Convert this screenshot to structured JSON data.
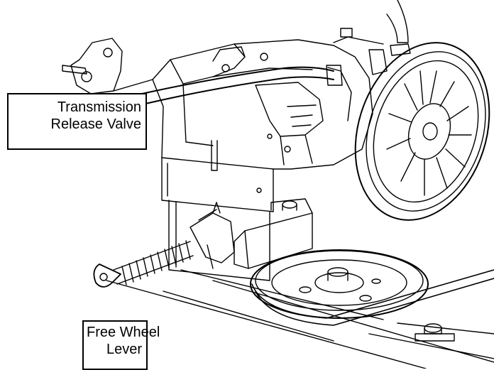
{
  "labels": {
    "transmission_release_valve": {
      "line1": "Transmission",
      "line2": "Release Valve"
    },
    "free_wheel_lever": {
      "line1": "Free Wheel",
      "line2": "Lever"
    }
  },
  "colors": {
    "ink": "#000000",
    "paper": "#ffffff"
  }
}
